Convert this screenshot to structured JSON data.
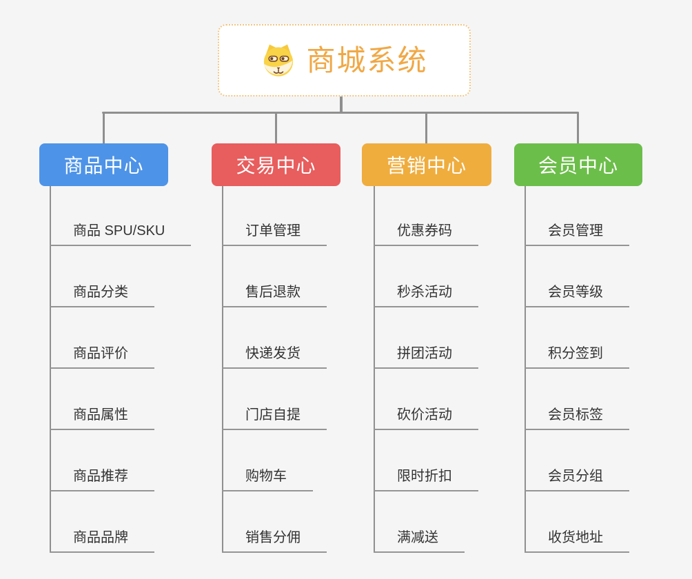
{
  "root": {
    "title": "商城系统",
    "icon": "dog-face-icon"
  },
  "branches": [
    {
      "label": "商品中心",
      "color": "#4d93e8",
      "items": [
        "商品 SPU/SKU",
        "商品分类",
        "商品评价",
        "商品属性",
        "商品推荐",
        "商品品牌"
      ]
    },
    {
      "label": "交易中心",
      "color": "#e85d5d",
      "items": [
        "订单管理",
        "售后退款",
        "快递发货",
        "门店自提",
        "购物车",
        "销售分佣"
      ]
    },
    {
      "label": "营销中心",
      "color": "#efad3e",
      "items": [
        "优惠券码",
        "秒杀活动",
        "拼团活动",
        "砍价活动",
        "限时折扣",
        "满减送"
      ]
    },
    {
      "label": "会员中心",
      "color": "#6cbe4a",
      "items": [
        "会员管理",
        "会员等级",
        "积分签到",
        "会员标签",
        "会员分组",
        "收货地址"
      ]
    }
  ],
  "style": {
    "background": "#f5f5f6",
    "connector_color": "#8f8f8f",
    "underline_color": "#949494",
    "leaf_text_color": "#333333",
    "root_title_color": "#f0a845",
    "root_border_color": "#f2c57f"
  }
}
